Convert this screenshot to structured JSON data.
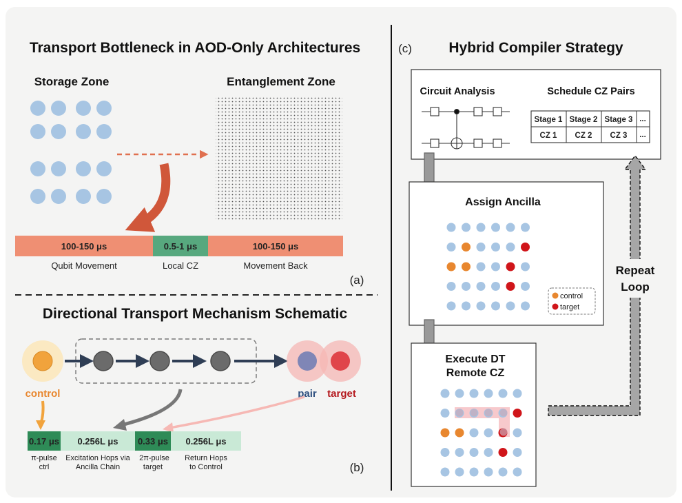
{
  "panel_a": {
    "title": "Transport Bottleneck in AOD-Only Architectures",
    "storage_label": "Storage Zone",
    "entangle_label": "Entanglement Zone",
    "bar_seg1": "100-150 μs",
    "bar_seg2": "0.5-1 μs",
    "bar_seg3": "100-150 μs",
    "cap1": "Qubit Movement",
    "cap2": "Local CZ",
    "cap3": "Movement Back",
    "tag": "(a)"
  },
  "panel_b": {
    "title": "Directional Transport Mechanism Schematic",
    "control_label": "control",
    "pair_label": "pair",
    "target_label": "target",
    "seg1": "0.17 μs",
    "seg2": "0.256L μs",
    "seg3": "0.33 μs",
    "seg4": "0.256L μs",
    "cap1_l1": "π-pulse",
    "cap1_l2": "ctrl",
    "cap2_l1": "Excitation Hops via",
    "cap2_l2": "Ancilla Chain",
    "cap3_l1": "2π-pulse",
    "cap3_l2": "target",
    "cap4_l1": "Return Hops",
    "cap4_l2": "to Control",
    "tag": "(b)"
  },
  "panel_c": {
    "tag": "(c)",
    "title": "Hybrid Compiler Strategy",
    "circuit_label": "Circuit Analysis",
    "schedule_label": "Schedule CZ Pairs",
    "table_header": [
      "Stage 1",
      "Stage 2",
      "Stage 3",
      "..."
    ],
    "table_row": [
      "CZ 1",
      "CZ 2",
      "CZ 3",
      "..."
    ],
    "assign_label": "Assign Ancilla",
    "legend_control": "control",
    "legend_target": "target",
    "execute_l1": "Execute DT",
    "execute_l2": "Remote CZ",
    "repeat_l1": "Repeat",
    "repeat_l2": "Loop"
  },
  "colors": {
    "qubit_blue": "#a7c5e3",
    "control_orange": "#e8872f",
    "target_red": "#d0151a",
    "movement_salmon": "#ef8f73",
    "cz_green": "#57a87e",
    "light_green": "#c9e9d6",
    "ancilla_gray": "#666666",
    "arrow_navy": "#2f3e55"
  }
}
